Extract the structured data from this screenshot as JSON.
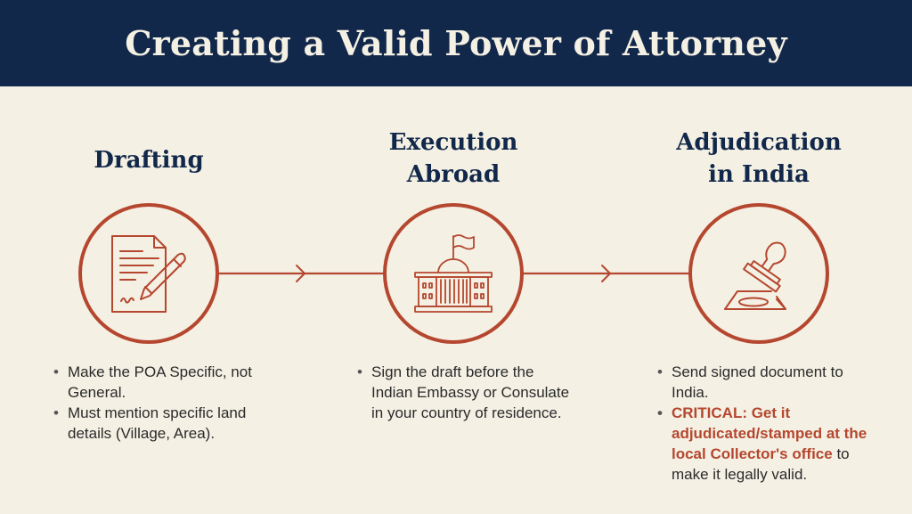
{
  "header": {
    "title": "Creating a Valid Power of Attorney"
  },
  "colors": {
    "navy": "#12284a",
    "accent": "#b5472f",
    "background": "#f4f0e4"
  },
  "steps": [
    {
      "title_lines": [
        "Drafting"
      ],
      "icon": "document-pen-icon",
      "bullets": [
        "Make the POA Specific, not General.",
        "Must mention specific land details (Village, Area)."
      ]
    },
    {
      "title_lines": [
        "Execution",
        "Abroad"
      ],
      "icon": "embassy-building-icon",
      "bullets": [
        "Sign the draft before the Indian Embassy or Consulate in your country of residence."
      ]
    },
    {
      "title_lines": [
        "Adjudication",
        "in India"
      ],
      "icon": "stamp-icon",
      "bullets": [
        "Send signed document to India."
      ],
      "critical": {
        "highlight": "CRITICAL: Get it adjudicated/stamped at the local Collector's office",
        "tail": "to make it legally valid."
      }
    }
  ]
}
